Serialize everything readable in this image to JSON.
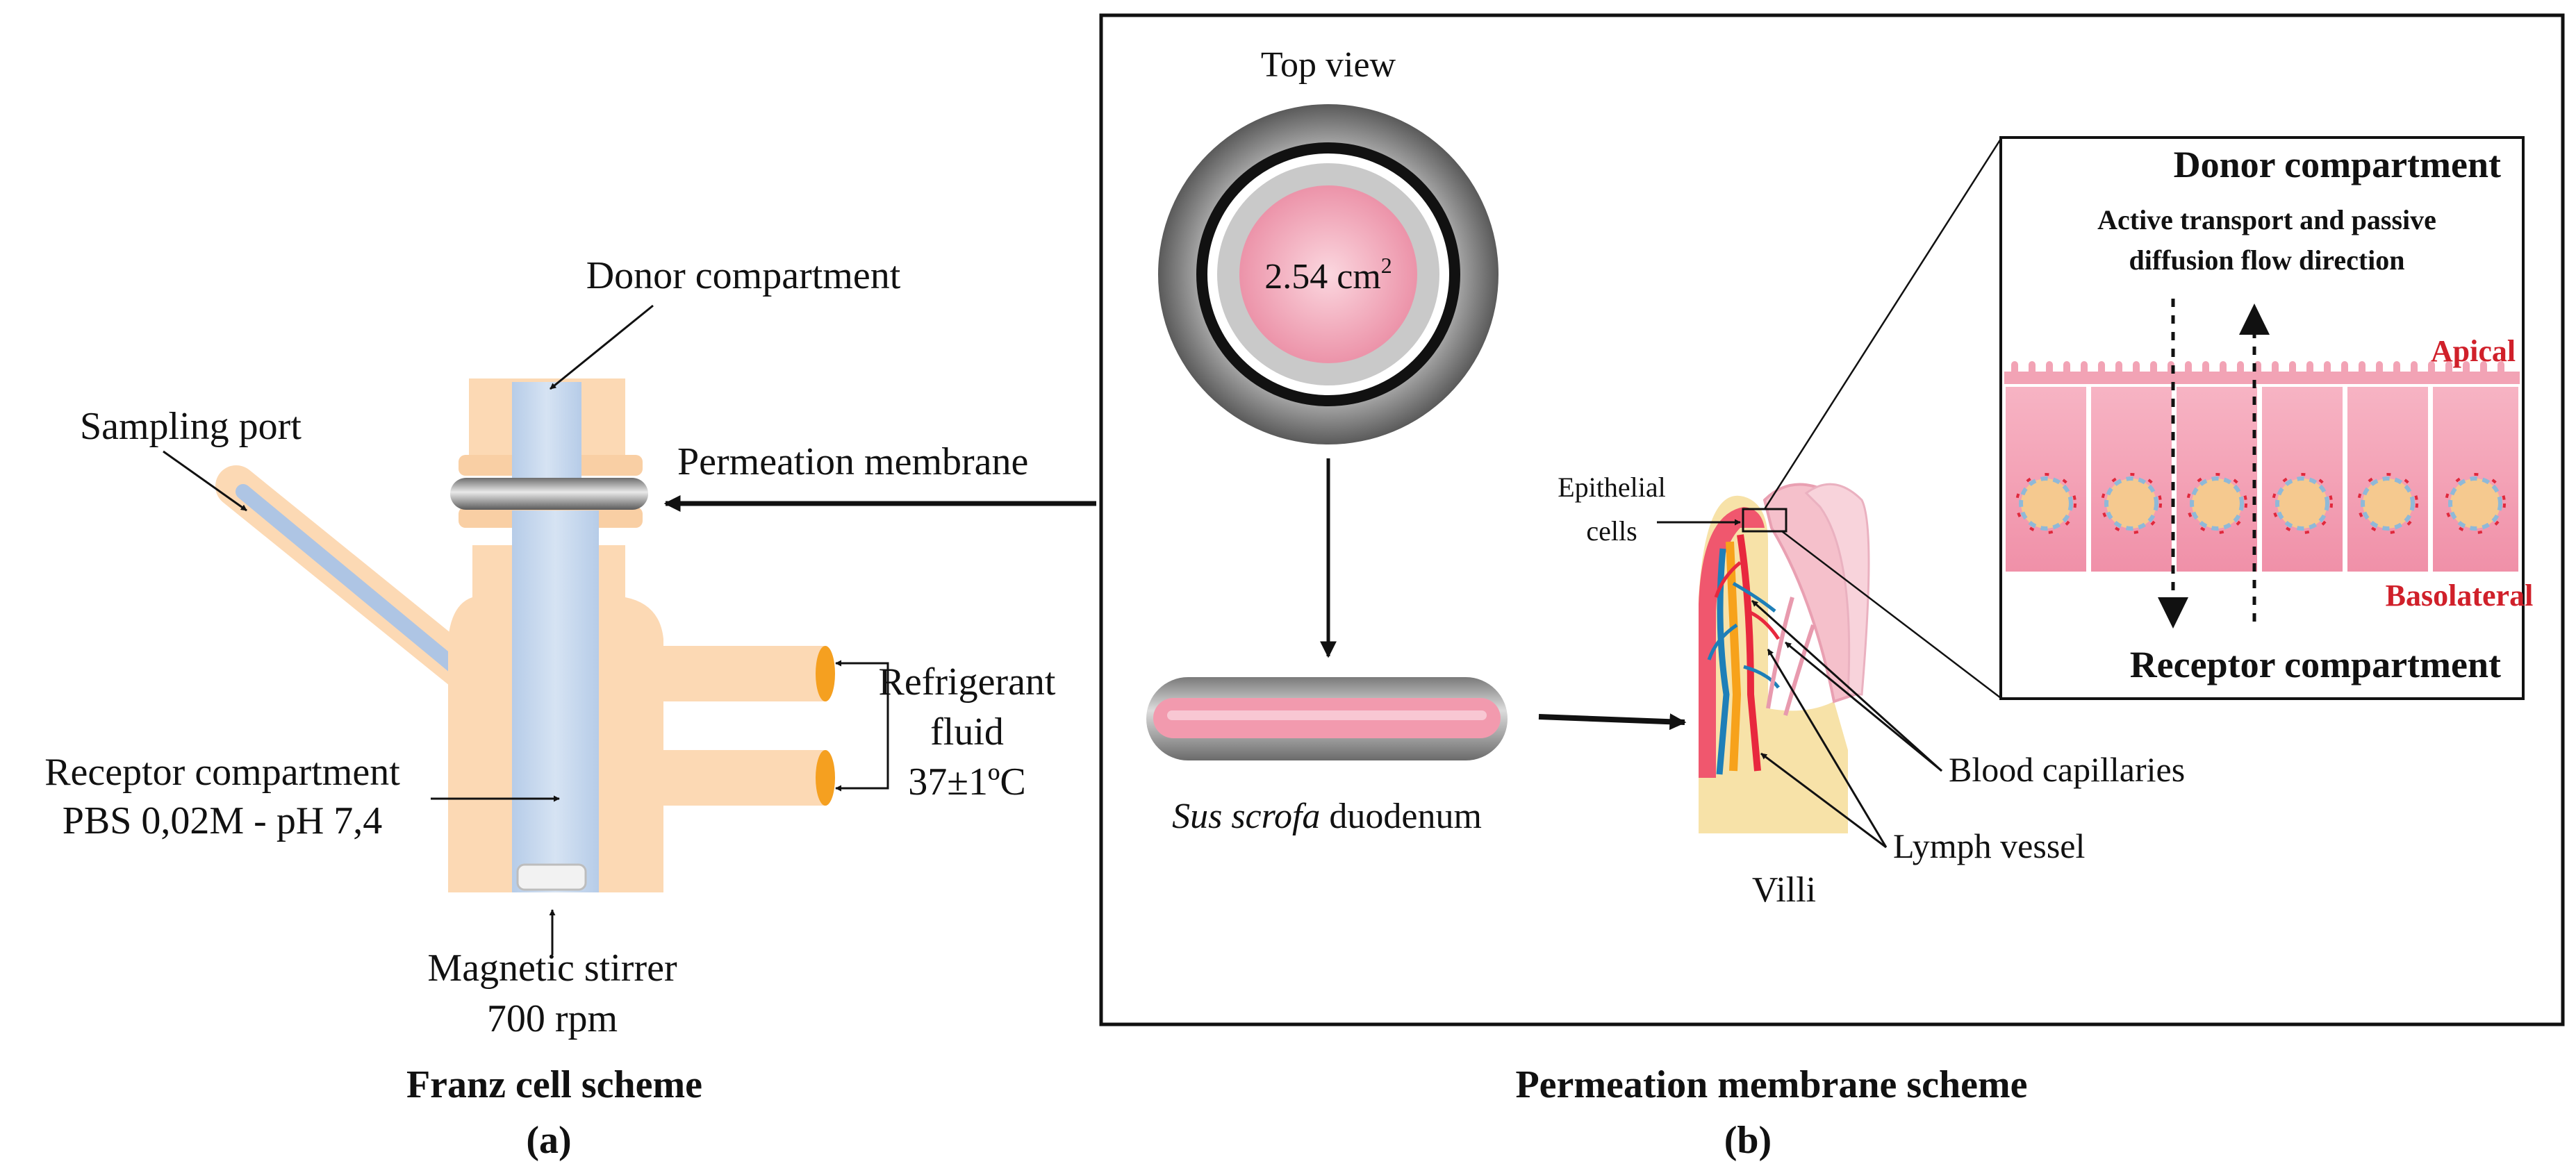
{
  "left": {
    "donor": "Donor compartment",
    "sampling": "Sampling port",
    "membrane": "Permeation membrane",
    "refrigerant_1": "Refrigerant",
    "refrigerant_2": "fluid",
    "refrigerant_3": "37±1ºC",
    "receptor_1": "Receptor compartment",
    "receptor_2": "PBS 0,02M - pH 7,4",
    "stirrer_1": "Magnetic stirrer",
    "stirrer_2": "700 rpm",
    "caption_title": "Franz cell scheme",
    "caption_label": "(a)"
  },
  "right": {
    "top_view": "Top view",
    "area_value": "2.54 cm",
    "area_exp": "2",
    "species": "Sus scrofa",
    "tissue": " duodenum",
    "epithelial_1": "Epithelial",
    "epithelial_2": "cells",
    "villi": "Villi",
    "blood": "Blood capillaries",
    "lymph": "Lymph vessel",
    "caption_title": "Permeation membrane scheme",
    "caption_label": "(b)"
  },
  "inset": {
    "donor": "Donor compartment",
    "flow_1": "Active transport and passive",
    "flow_2": "diffusion flow direction",
    "apical": "Apical",
    "basolateral": "Basolateral",
    "receptor": "Receptor compartment"
  },
  "colors": {
    "peach": "#fcd9b4",
    "glass_blue": "#c5d8ef",
    "pink_tissue": "#f2a3b5",
    "accent_red": "#d0202a",
    "orange": "#f5a020"
  }
}
